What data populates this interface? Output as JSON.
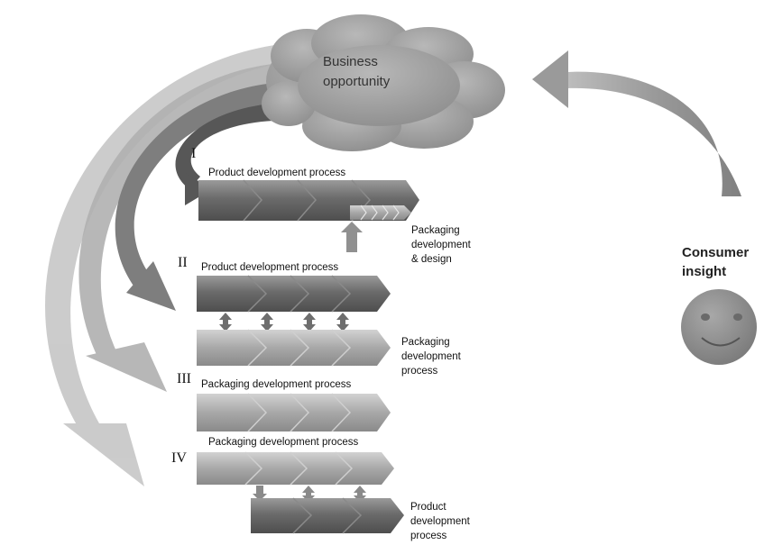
{
  "cloud": {
    "line1": "Business",
    "line2": "opportunity"
  },
  "consumer": {
    "line1": "Consumer",
    "line2": "insight"
  },
  "sections": [
    {
      "roman": "I",
      "top_label": "Product development process",
      "side_label": [
        "Packaging",
        "development",
        "& design"
      ]
    },
    {
      "roman": "II",
      "top_label": "Product development process",
      "side_label": [
        "Packaging",
        "development",
        "process"
      ]
    },
    {
      "roman": "III",
      "top_label": "Packaging development process"
    },
    {
      "roman": "IV",
      "top_label": "Packaging development process",
      "side_label": [
        "Product",
        "development",
        "process"
      ]
    }
  ],
  "colors": {
    "dark_bar": "#6b6b6b",
    "light_bar": "#a4a4a4",
    "cloud": "#9c9c9c",
    "face": "#8f8f8f"
  }
}
